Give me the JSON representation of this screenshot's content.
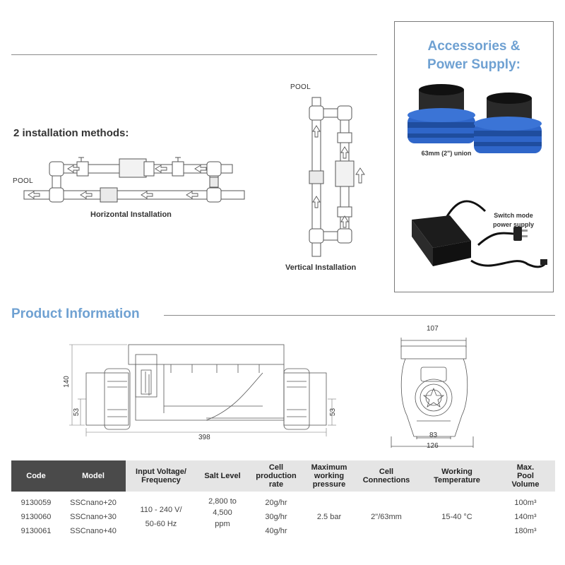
{
  "installation": {
    "heading": "2 installation methods:",
    "horizontal": {
      "pool_label": "POOL",
      "caption": "Horizontal Installation"
    },
    "vertical": {
      "pool_label": "POOL",
      "caption": "Vertical Installation"
    }
  },
  "accessories": {
    "title_line1": "Accessories &",
    "title_line2": "Power Supply:",
    "union_caption": "63mm (2\") union",
    "psu_caption_line1": "Switch mode",
    "psu_caption_line2": "power supply"
  },
  "product_info": {
    "title": "Product Information",
    "dimensions": {
      "height": "140",
      "left_offset": "53",
      "right_offset": "53",
      "length": "398",
      "top_width": "107",
      "inner_width": "83",
      "outer_width": "126"
    }
  },
  "colors": {
    "accent": "#6fa1d2",
    "union_blue": "#2f66c9",
    "table_dark": "#4a4a4a",
    "table_light": "#e5e5e5"
  },
  "table": {
    "headers": {
      "code": "Code",
      "model": "Model",
      "voltage": [
        "Input Voltage/",
        "Frequency"
      ],
      "salt": "Salt Level",
      "production": [
        "Cell",
        "production",
        "rate"
      ],
      "pressure": [
        "Maximum",
        "working",
        "pressure"
      ],
      "connections": [
        "Cell",
        "Connections"
      ],
      "temperature": [
        "Working",
        "Temperature"
      ],
      "volume": [
        "Max.",
        "Pool",
        "Volume"
      ]
    },
    "codes": [
      "9130059",
      "9130060",
      "9130061"
    ],
    "models": [
      "SSCnano+20",
      "SSCnano+30",
      "SSCnano+40"
    ],
    "voltage": [
      "110 - 240 V/",
      "50-60 Hz"
    ],
    "salt": [
      "2,800 to",
      "4,500",
      "ppm"
    ],
    "production": [
      "20g/hr",
      "30g/hr",
      "40g/hr"
    ],
    "pressure": "2.5 bar",
    "connections": "2\"/63mm",
    "temperature": "15-40 °C",
    "volumes": [
      "100m³",
      "140m³",
      "180m³"
    ]
  }
}
